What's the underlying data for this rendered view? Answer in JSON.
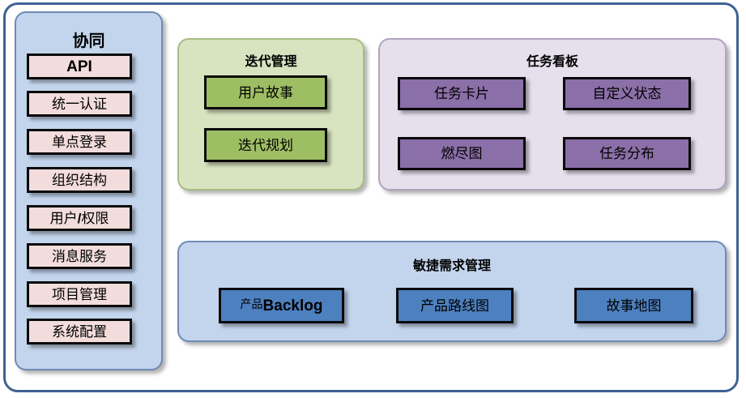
{
  "diagram": {
    "sidebar": {
      "title": "协同",
      "items": [
        {
          "label": "API",
          "style": "api"
        },
        {
          "label": "统一认证",
          "style": "normal"
        },
        {
          "label": "单点登录",
          "style": "normal"
        },
        {
          "label": "组织结构",
          "style": "normal"
        },
        {
          "label": "用户/权限",
          "style": "slash",
          "before": "用户",
          "sep": "/",
          "after": "权限"
        },
        {
          "label": "消息服务",
          "style": "normal"
        },
        {
          "label": "项目管理",
          "style": "normal"
        },
        {
          "label": "系统配置",
          "style": "normal"
        }
      ]
    },
    "iteration": {
      "title": "迭代管理",
      "items": [
        {
          "label": "用户故事"
        },
        {
          "label": "迭代规划"
        }
      ]
    },
    "taskboard": {
      "title": "任务看板",
      "items": [
        {
          "label": "任务卡片"
        },
        {
          "label": "自定义状态"
        },
        {
          "label": "燃尽图"
        },
        {
          "label": "任务分布"
        }
      ]
    },
    "agile": {
      "title": "敏捷需求管理",
      "items": [
        {
          "label": "产品Backlog",
          "cn": "产品",
          "en": "Backlog"
        },
        {
          "label": "产品路线图"
        },
        {
          "label": "故事地图"
        }
      ]
    },
    "colors": {
      "frame_border": "#3f6293",
      "sidebar_bg": "#c3d5ed",
      "sidebar_item_bg": "#f2dcdc",
      "iteration_bg": "#d8e4c0",
      "iteration_item_bg": "#9ebe63",
      "taskboard_bg": "#e6dfec",
      "taskboard_item_bg": "#8b6fa8",
      "agile_bg": "#c3d5ed",
      "agile_item_bg": "#4d80bf",
      "item_border": "#0a0a0a"
    }
  }
}
